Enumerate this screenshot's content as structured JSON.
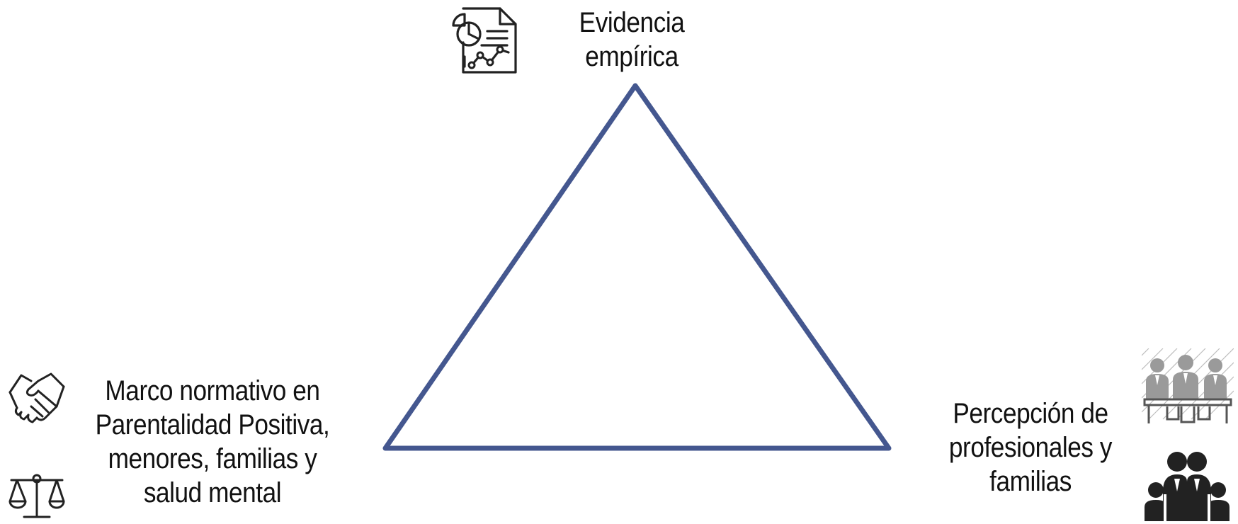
{
  "diagram": {
    "vertices": {
      "top": {
        "label_lines": [
          "Evidencia",
          "empírica"
        ],
        "icon": "report-chart-icon"
      },
      "left": {
        "label_lines": [
          "Marco normativo en",
          "Parentalidad Positiva,",
          "menores, familias y",
          "salud mental"
        ],
        "icons": [
          "handshake-icon",
          "scales-icon"
        ]
      },
      "right": {
        "label_lines": [
          "Percepción de",
          "profesionales y",
          "familias"
        ],
        "icons": [
          "meeting-people-icon",
          "family-icon"
        ]
      }
    },
    "colors": {
      "triangle_stroke": "#44578f",
      "text": "#111111",
      "icon_dark": "#222222",
      "icon_gray": "#9a9a9a"
    }
  }
}
